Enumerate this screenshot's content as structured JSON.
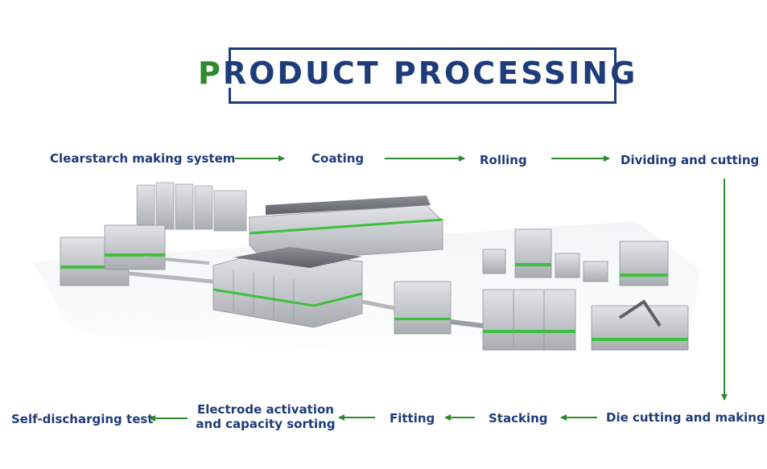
{
  "title": {
    "first_letter": "P",
    "rest": "RODUCT PROCESSING"
  },
  "colors": {
    "navy": "#1f3c7a",
    "green": "#2d8a2d",
    "machine_grey": "#c9ccd0",
    "accent_green": "#3fbf3f"
  },
  "steps": {
    "clearstarch": "Clearstarch making system",
    "coating": "Coating",
    "rolling": "Rolling",
    "dividing": "Dividing and cutting",
    "die_cutting": "Die cutting and making",
    "stacking": "Stacking",
    "fitting": "Fitting",
    "electrode_line1": "Electrode activation",
    "electrode_line2": "and capacity sorting",
    "self_discharging": "Self-discharging test"
  }
}
